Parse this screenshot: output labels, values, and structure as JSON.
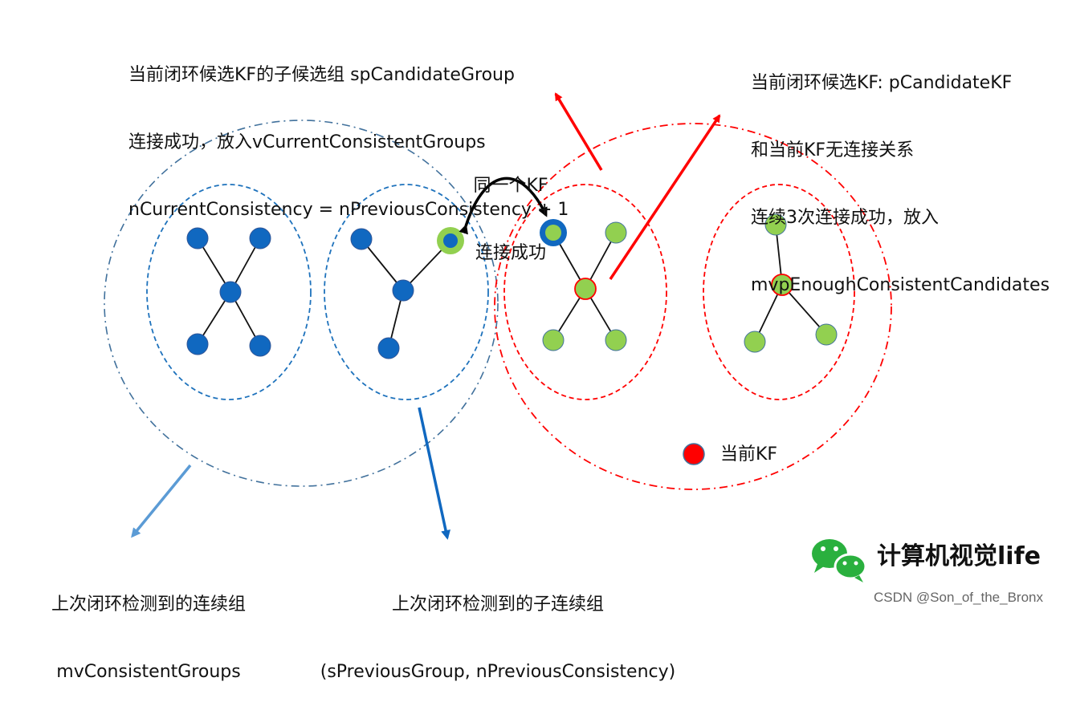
{
  "annotations": {
    "top_left": [
      "当前闭环候选KF的子候选组 spCandidateGroup",
      "连接成功，放入vCurrentConsistentGroups",
      "nCurrentConsistency = nPreviousConsistency + 1"
    ],
    "top_right": [
      "当前闭环候选KF: pCandidateKF",
      "和当前KF无连接关系",
      "连续3次连接成功，放入",
      "mvpEnoughConsistentCandidates"
    ],
    "middle": [
      "同一个KF",
      "连接成功"
    ],
    "bottom_left": [
      "上次闭环检测到的连续组",
      "mvConsistentGroups"
    ],
    "bottom_middle": [
      "上次闭环检测到的子连续组",
      "(sPreviousGroup, nPreviousConsistency)"
    ],
    "legend_current_kf": "当前KF"
  },
  "logo": {
    "text": "计算机视觉life"
  },
  "watermark": "CSDN @Son_of_the_Bronx",
  "colors": {
    "blue_node": "#1068c0",
    "green_node": "#92d050",
    "red_accent": "#ff0000",
    "blue_group": "#1e72bc",
    "outer_blue": "#41719c",
    "light_blue_arrow": "#5b9bd5",
    "wechat_green": "#2ab03e"
  }
}
